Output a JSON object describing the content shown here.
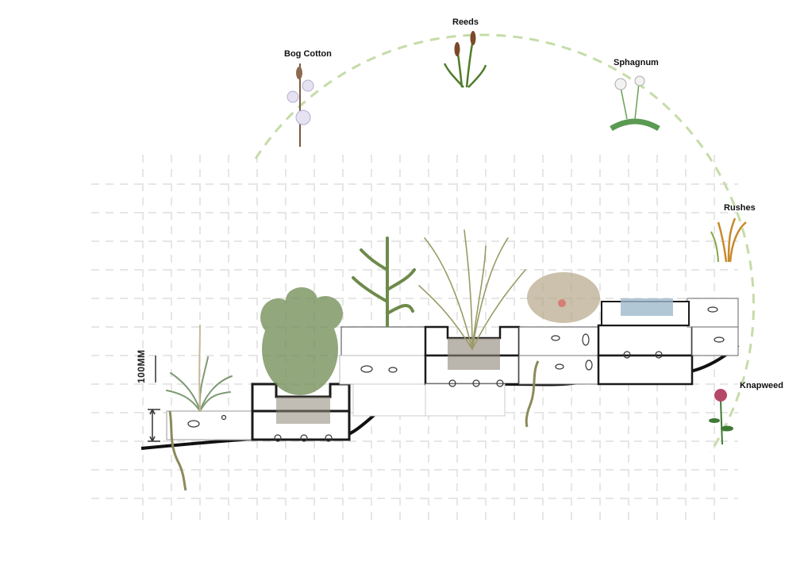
{
  "diagram": {
    "plants": [
      {
        "id": "bog-cotton",
        "label": "Bog Cotton",
        "icon": "bog-cotton-icon"
      },
      {
        "id": "reeds",
        "label": "Reeds",
        "icon": "reeds-icon"
      },
      {
        "id": "sphagnum",
        "label": "Sphagnum",
        "icon": "sphagnum-icon"
      },
      {
        "id": "rushes",
        "label": "Rushes",
        "icon": "rushes-icon"
      },
      {
        "id": "knapweed",
        "label": "Knapweed",
        "icon": "knapweed-icon"
      }
    ],
    "scale_label": "100MM",
    "colors": {
      "arc": "#c5dca8",
      "grid": "#dedede",
      "ground": "#111111",
      "block_stroke": "#1a1a1a",
      "water": "#9fb9cc",
      "soil": "#8e8677",
      "foliage": "#6f8a52"
    }
  }
}
